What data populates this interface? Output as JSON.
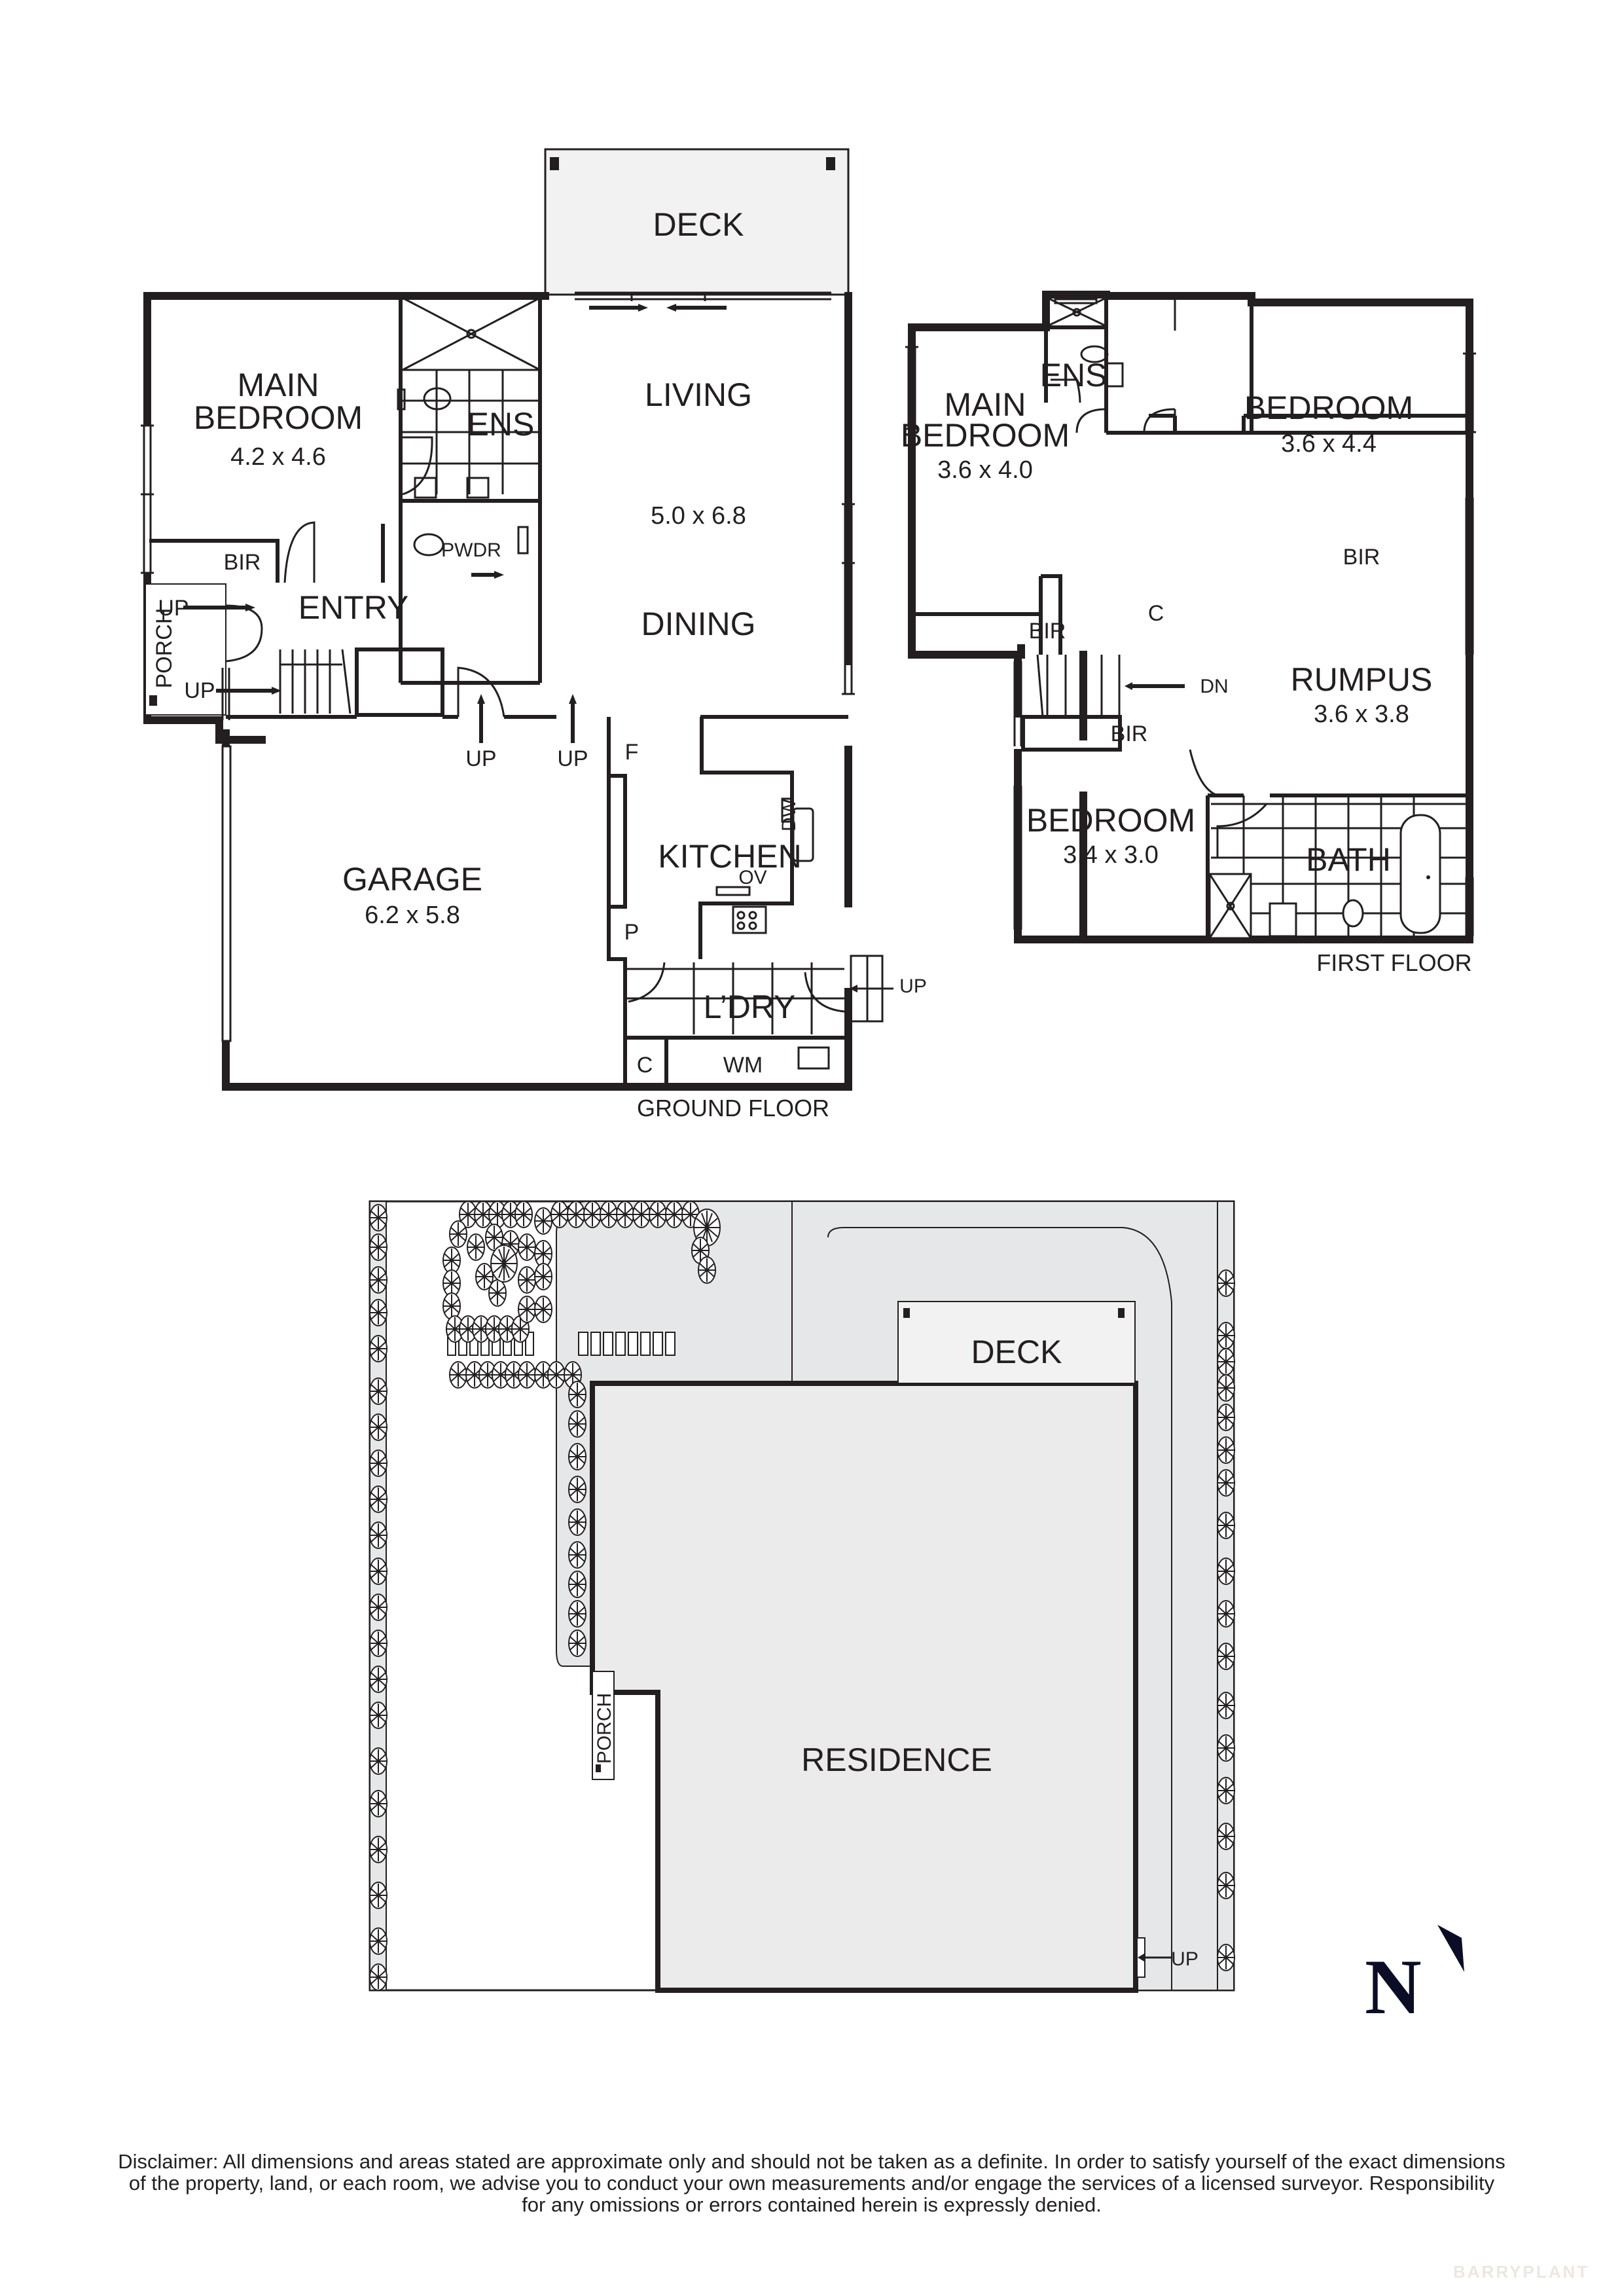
{
  "ground_floor": {
    "title": "GROUND FLOOR",
    "deck": "DECK",
    "main_bedroom": {
      "name_line1": "MAIN",
      "name_line2": "BEDROOM",
      "dims": "4.2 x 4.6"
    },
    "ensuite": "ENS",
    "powder": "PWDR",
    "bir": "BIR",
    "entry": "ENTRY",
    "porch": "PORCH",
    "living": {
      "name": "LIVING",
      "dims": "5.0 x 6.8"
    },
    "dining": "DINING",
    "kitchen": "KITCHEN",
    "garage": {
      "name": "GARAGE",
      "dims": "6.2 x 5.8"
    },
    "laundry": "L’DRY",
    "fridge": "F",
    "pantry": "P",
    "dishwasher": "DW",
    "oven": "OV",
    "cupboard": "C",
    "washing_machine": "WM",
    "up": "UP"
  },
  "first_floor": {
    "title": "FIRST FLOOR",
    "main_bedroom": {
      "name_line1": "MAIN",
      "name_line2": "BEDROOM",
      "dims": "3.6 x 4.0"
    },
    "ensuite": "ENS",
    "bedroom2": {
      "name": "BEDROOM",
      "dims": "3.6 x 4.4"
    },
    "bedroom3": {
      "name": "BEDROOM",
      "dims": "3.4 x 3.0"
    },
    "rumpus": {
      "name": "RUMPUS",
      "dims": "3.6 x 3.8"
    },
    "bath": "BATH",
    "bir": "BIR",
    "cupboard": "C",
    "down": "DN"
  },
  "site_plan": {
    "deck": "DECK",
    "residence": "RESIDENCE",
    "porch": "PORCH",
    "up": "UP"
  },
  "compass": {
    "label": "N"
  },
  "disclaimer": {
    "line1": "Disclaimer: All dimensions and areas stated are approximate only and should not be taken as a definite. In order to satisfy yourself of the exact dimensions",
    "line2": "of the property, land, or each room, we advise you to conduct your own measurements and/or engage the services of a licensed surveyor. Responsibility",
    "line3": "for any omissions or errors contained herein is expressly denied."
  },
  "watermark": "BARRYPLANT",
  "colors": {
    "ink": "#231f20",
    "deck_fill": "#f2f2f2",
    "site_fill": "#e6e7e8",
    "residence_fill": "#ebebeb",
    "compass": "#0b0d26"
  }
}
